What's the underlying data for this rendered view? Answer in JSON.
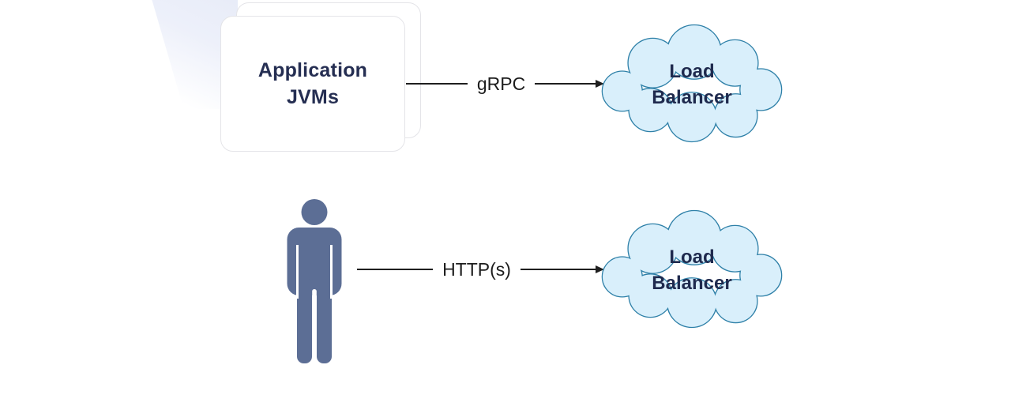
{
  "diagram": {
    "nodes": {
      "app_jvms": {
        "lines": [
          "Application",
          "JVMs"
        ]
      },
      "lb_top": {
        "lines": [
          "Load",
          "Balancer"
        ]
      },
      "lb_bottom": {
        "lines": [
          "Load",
          "Balancer"
        ]
      },
      "user": {
        "icon": "person-icon"
      }
    },
    "connectors": {
      "grpc": {
        "label": "gRPC"
      },
      "http": {
        "label": "HTTP(s)"
      }
    },
    "colors": {
      "cloud_fill": "#d9effb",
      "cloud_stroke": "#2e80a8",
      "node_text": "#252e52",
      "person_fill": "#5c6e95",
      "card_border": "#e4e4e8",
      "arrow": "#1f1f1f"
    }
  }
}
